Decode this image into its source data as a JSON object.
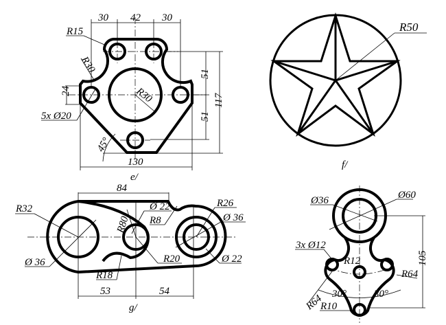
{
  "figures": {
    "e": {
      "caption": "e/",
      "dims": {
        "top_left": "30",
        "top_mid": "42",
        "top_right": "30",
        "r15": "R15",
        "r30_outer": "R30",
        "r30_inner": "R30",
        "d24": "24",
        "holes": "5x Ø20",
        "angle": "45°",
        "v51_top": "51",
        "v51_bot": "51",
        "v117": "117",
        "w130": "130"
      }
    },
    "f": {
      "caption": "f/",
      "dims": {
        "radius": "R50"
      }
    },
    "g": {
      "caption": "g/",
      "dims": {
        "w84": "84",
        "r32": "R32",
        "d22_top": "Ø 22",
        "r80": "R80",
        "r8": "R8",
        "r26": "R26",
        "d36_right": "Ø 36",
        "d36_left": "Ø 36",
        "r20": "R20",
        "d22_right": "Ø 22",
        "r18": "R18",
        "w53": "53",
        "w54": "54"
      }
    },
    "h": {
      "dims": {
        "d36": "Ø36",
        "d60": "Ø60",
        "holes": "3x Ø12",
        "r12": "R12",
        "r64_right": "R64",
        "r64_left": "R64",
        "a30_left": "30°",
        "a30_right": "30°",
        "r10": "R10",
        "v105": "105"
      }
    }
  }
}
